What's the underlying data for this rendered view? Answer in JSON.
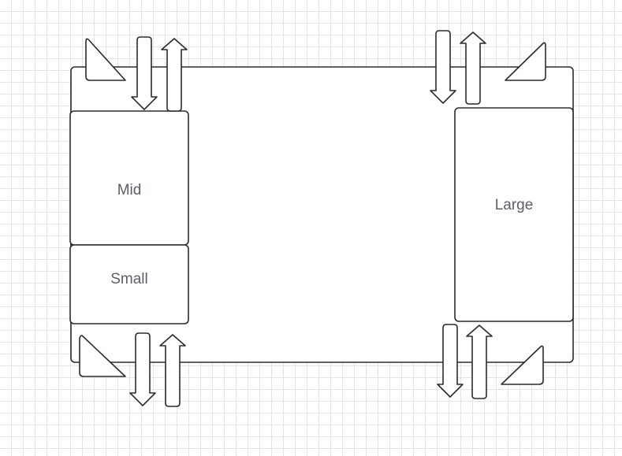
{
  "diagram": {
    "stroke_color": "#2b2b2b",
    "fill_color": "#ffffff",
    "label_color": "#5a5e66",
    "grid_color": "#e4e4e4",
    "boxes": {
      "mid": {
        "label": "Mid"
      },
      "small": {
        "label": "Small"
      },
      "large": {
        "label": "Large"
      }
    },
    "icons": [
      "triangle-handle-icon",
      "arrow-down-icon",
      "arrow-up-icon"
    ]
  }
}
